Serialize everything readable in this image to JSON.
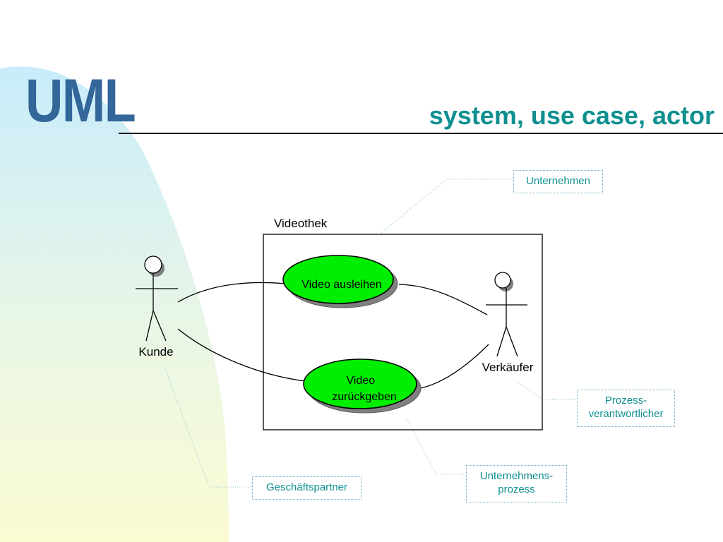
{
  "title": "UML",
  "subtitle": "system, use case, actor",
  "diagram": {
    "system": {
      "label": "Videothek"
    },
    "actors": [
      {
        "label": "Kunde"
      },
      {
        "label": "Verkäufer"
      }
    ],
    "use_cases": [
      {
        "lines": [
          "Video ausleihen"
        ]
      },
      {
        "lines": [
          "Video",
          "zurückgeben"
        ]
      }
    ]
  },
  "notes": {
    "unternehmen": [
      "Unternehmen"
    ],
    "prozessverantwortlicher": [
      "Prozess-",
      "verantwortlicher"
    ],
    "unternehmensprozess": [
      "Unternehmens-",
      "prozess"
    ],
    "geschaeftspartner": [
      "Geschäftspartner"
    ]
  },
  "colors": {
    "title": "#336699",
    "subtitle": "#0f8f8f",
    "use_case_fill": "#00ee00",
    "note_text": "#0f8f8f"
  }
}
